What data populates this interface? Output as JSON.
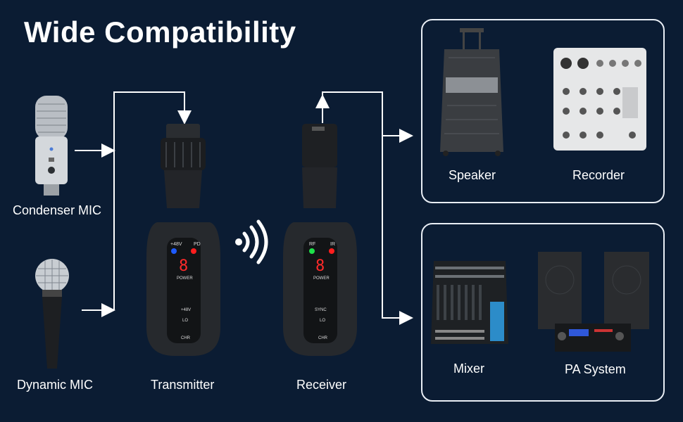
{
  "header": {
    "title": "Wide Compatibility"
  },
  "inputs": {
    "condenser_label": "Condenser MIC",
    "dynamic_label": "Dynamic MIC"
  },
  "units": {
    "transmitter_label": "Transmitter",
    "receiver_label": "Receiver",
    "transmitter_indicators": [
      "+48V",
      "PD"
    ],
    "receiver_indicators": [
      "RF",
      "IR"
    ],
    "display_digit": "8",
    "transmitter_buttons": [
      "POWER",
      "+48V",
      "LO",
      "CHR"
    ],
    "receiver_buttons": [
      "POWER",
      "SYNC",
      "LO",
      "CHR"
    ]
  },
  "outputs": {
    "top_panel": [
      "Speaker",
      "Recorder"
    ],
    "bottom_panel": [
      "Mixer",
      "PA System"
    ]
  },
  "colors": {
    "background": "#0b1c33",
    "panel_border": "#e9eef5",
    "led_blue": "#1e5bff",
    "led_red": "#ff1e1e",
    "led_green": "#1ee04a",
    "display_red": "#ff2a2a"
  }
}
